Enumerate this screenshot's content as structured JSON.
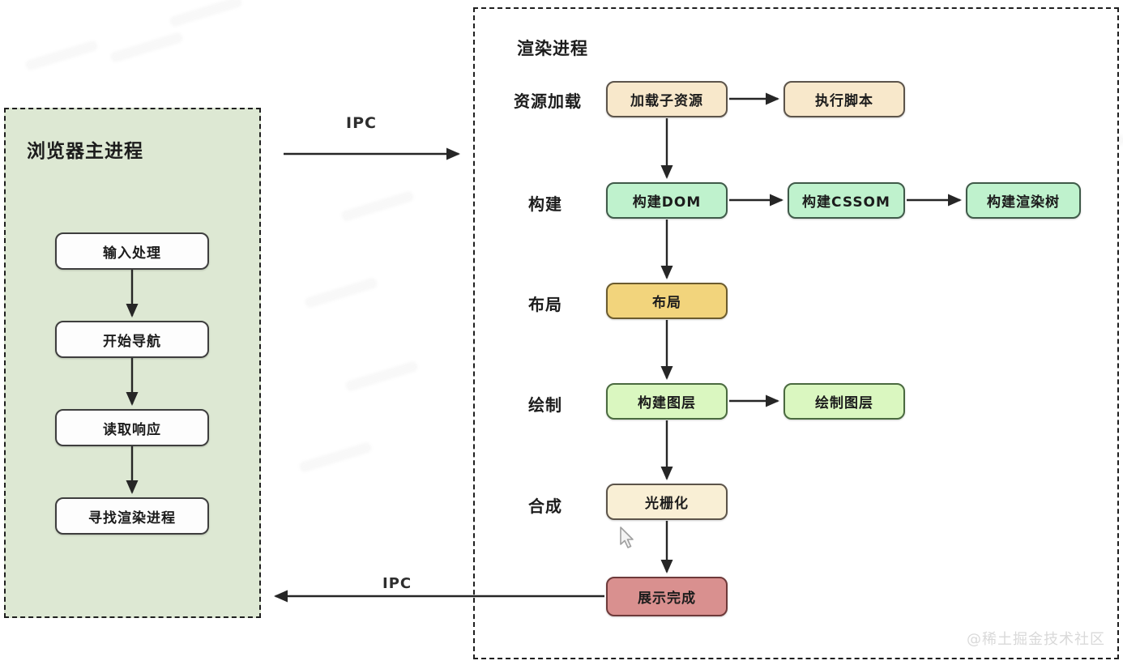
{
  "left_panel": {
    "title": "浏览器主进程",
    "steps": [
      "输入处理",
      "开始导航",
      "读取响应",
      "寻找渲染进程"
    ]
  },
  "right_panel": {
    "title": "渲染进程",
    "rows": [
      {
        "label": "资源加载",
        "boxes": [
          {
            "text": "加载子资源",
            "color": "cream"
          },
          {
            "text": "执行脚本",
            "color": "cream"
          }
        ]
      },
      {
        "label": "构建",
        "boxes": [
          {
            "text": "构建DOM",
            "color": "mint"
          },
          {
            "text": "构建CSSOM",
            "color": "mint"
          },
          {
            "text": "构建渲染树",
            "color": "mint"
          }
        ]
      },
      {
        "label": "布局",
        "boxes": [
          {
            "text": "布局",
            "color": "gold"
          }
        ]
      },
      {
        "label": "绘制",
        "boxes": [
          {
            "text": "构建图层",
            "color": "lgreen"
          },
          {
            "text": "绘制图层",
            "color": "lgreen"
          }
        ]
      },
      {
        "label": "合成",
        "boxes": [
          {
            "text": "光栅化",
            "color": "cream_light"
          }
        ]
      }
    ],
    "final_box": {
      "text": "展示完成",
      "color": "rose"
    }
  },
  "ipc": {
    "top": "IPC",
    "bottom": "IPC"
  },
  "attribution": "@稀土掘金技术社区",
  "colors": {
    "left_panel_bg": "#dde8d3",
    "white": "#fdfdfd",
    "cream": "#f8e8cb",
    "cream_light": "#f9efd5",
    "mint": "#bff2cd",
    "gold": "#f2d47c",
    "lgreen": "#daf7c0",
    "rose": "#d9908f",
    "border": "#3e3e3e",
    "arrow": "#262626"
  },
  "edges": [
    {
      "from": "输入处理",
      "to": "开始导航"
    },
    {
      "from": "开始导航",
      "to": "读取响应"
    },
    {
      "from": "读取响应",
      "to": "寻找渲染进程"
    },
    {
      "from": "浏览器主进程",
      "to": "渲染进程",
      "label": "IPC"
    },
    {
      "from": "加载子资源",
      "to": "执行脚本"
    },
    {
      "from": "加载子资源",
      "to": "构建DOM"
    },
    {
      "from": "构建DOM",
      "to": "构建CSSOM"
    },
    {
      "from": "构建CSSOM",
      "to": "构建渲染树"
    },
    {
      "from": "构建DOM",
      "to": "布局"
    },
    {
      "from": "布局",
      "to": "构建图层"
    },
    {
      "from": "构建图层",
      "to": "绘制图层"
    },
    {
      "from": "构建图层",
      "to": "光栅化"
    },
    {
      "from": "光栅化",
      "to": "展示完成"
    },
    {
      "from": "展示完成",
      "to": "浏览器主进程",
      "label": "IPC"
    }
  ]
}
